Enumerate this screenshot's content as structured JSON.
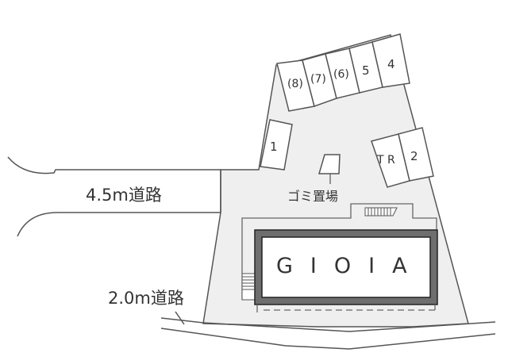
{
  "site_plan": {
    "building_name": "GIOIA",
    "roads": {
      "main_road_label": "4.5m道路",
      "side_road_label": "2.0m道路"
    },
    "parking_spaces": [
      {
        "id": "p8",
        "label": "(8)"
      },
      {
        "id": "p7",
        "label": "(7)"
      },
      {
        "id": "p6",
        "label": "(6)"
      },
      {
        "id": "p5",
        "label": "5"
      },
      {
        "id": "p4",
        "label": "4"
      },
      {
        "id": "p1",
        "label": "1"
      },
      {
        "id": "ptr",
        "label": "T R"
      },
      {
        "id": "p2",
        "label": "2"
      }
    ],
    "garbage_area_label": "ゴミ置場",
    "colors": {
      "site_fill": "#efefef",
      "line": "#555555",
      "building_wall": "#6e6e6e",
      "building_fill": "#ffffff",
      "background": "#ffffff"
    }
  }
}
